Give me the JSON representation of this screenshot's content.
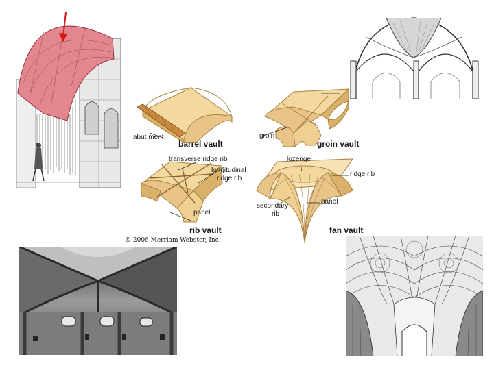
{
  "diagram": {
    "vault_types": {
      "barrel": "barrel vault",
      "groin": "groin vault",
      "rib": "rib vault",
      "fan": "fan vault"
    },
    "parts": {
      "abutment": "abut ment",
      "groin": "groin",
      "transverse_ridge_rib": "transverse ridge rib",
      "longitudinal_line1": "longitudinal",
      "longitudinal_line2": "ridge rib",
      "panel_rib": "panel",
      "lozenge": "lozenge",
      "ridge_rib": "ridge rib",
      "secondary_line1": "secondary",
      "secondary_line2": "rib",
      "panel_fan": "panel"
    },
    "copyright": "© 2006 Merriam-Webster, Inc."
  },
  "colors": {
    "vault_fill": "#f3d9a0",
    "vault_shade": "#d9b16a",
    "vault_edge": "#a8813f",
    "barrel_highlight": "#e0707a"
  }
}
